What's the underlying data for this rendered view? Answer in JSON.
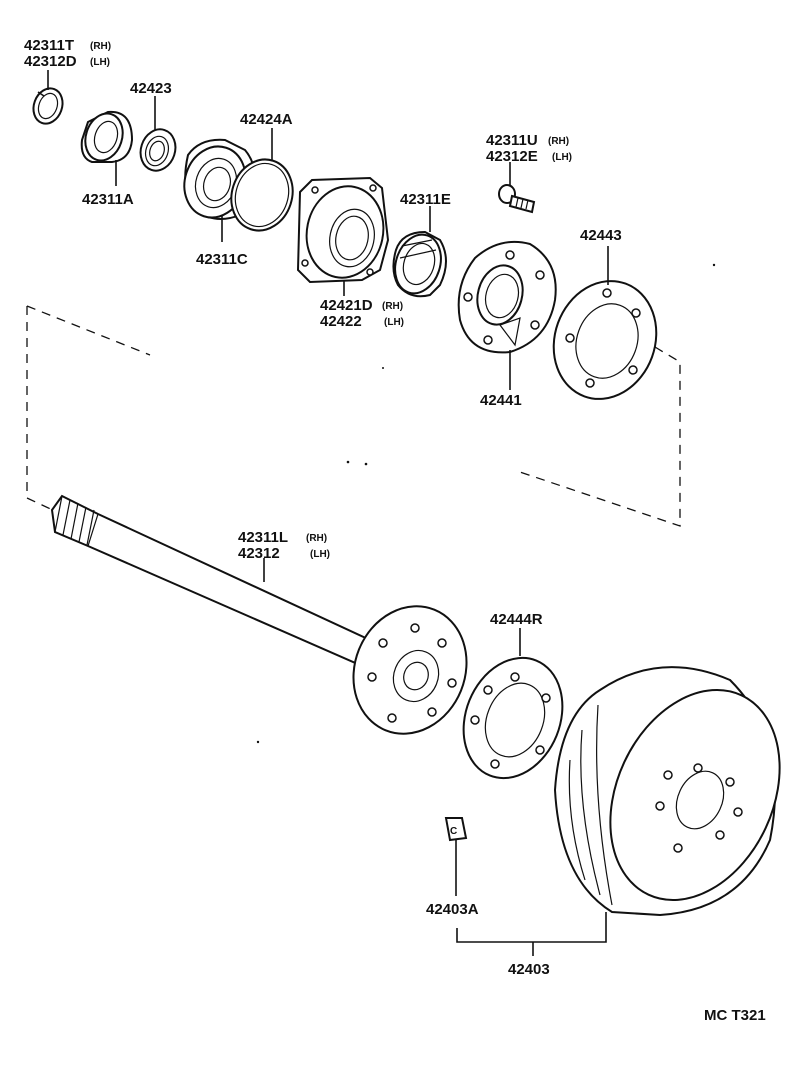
{
  "labels": {
    "p42311T": "42311T",
    "p42311T_side": "(RH)",
    "p42312D": "42312D",
    "p42312D_side": "(LH)",
    "p42423": "42423",
    "p42424A": "42424A",
    "p42311A": "42311A",
    "p42311C": "42311C",
    "p42311U": "42311U",
    "p42311U_side": "(RH)",
    "p42312E": "42312E",
    "p42312E_side": "(LH)",
    "p42311E": "42311E",
    "p42443": "42443",
    "p42421D": "42421D",
    "p42421D_side": "(RH)",
    "p42422": "42422",
    "p42422_side": "(LH)",
    "p42441": "42441",
    "p42311L": "42311L",
    "p42311L_side": "(RH)",
    "p42312": "42312",
    "p42312_side": "(LH)",
    "p42444R": "42444R",
    "p42403A": "42403A",
    "p42403": "42403",
    "code": "MC  T321",
    "c_mark": "C"
  }
}
